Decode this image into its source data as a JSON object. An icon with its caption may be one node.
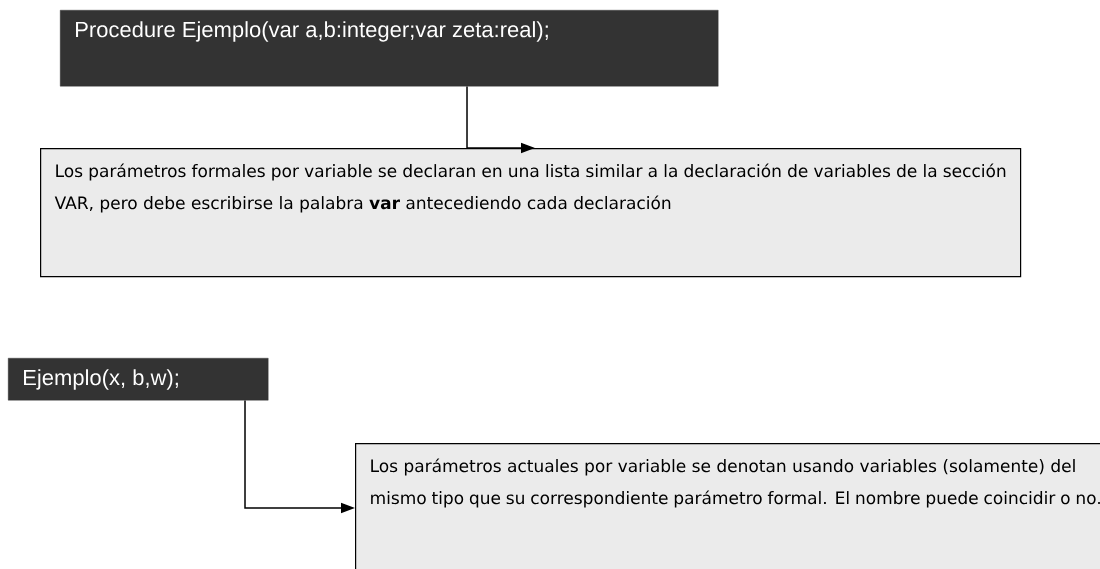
{
  "diagram": {
    "nodes": [
      {
        "text": [
          "Procedure Ejemplo(var a,b:integer;var zeta:real);"
        ]
      },
      {
        "text": [
          "Los parámetros formales por variable se declaran en una lista similar a la declaración de variables de la sección VAR, pero debe escribirse la palabra **var** antecediendo cada declaración"
        ]
      },
      {
        "text": [
          "Ejemplo(x, b,w);"
        ]
      },
      {
        "text": [
          "Los parámetros actuales por variable se denotan usando variables (solamente) del mismo tipo que su correspondiente parámetro formal. El nombre puede coincidir o no."
        ]
      }
    ],
    "edges": [
      {
        "from": 0,
        "to": 1,
        "arrow": "to"
      },
      {
        "from": 2,
        "to": 3,
        "arrow": "to"
      }
    ]
  }
}
